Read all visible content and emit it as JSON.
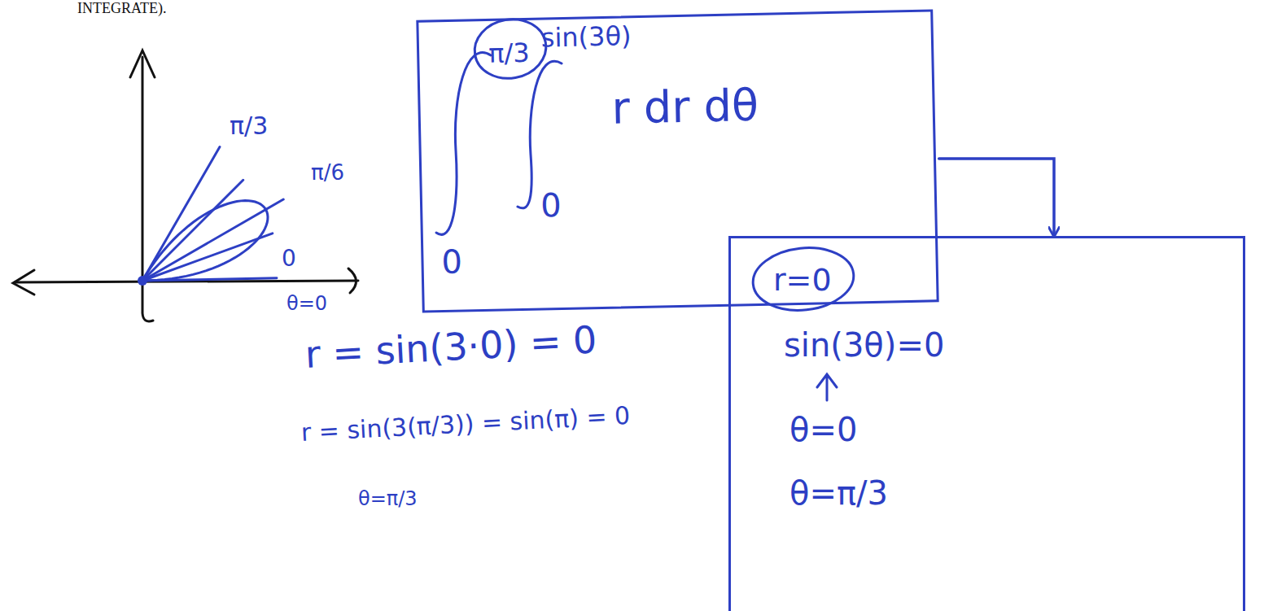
{
  "diagram": {
    "nodes": [
      {
        "text": [
          "π/3",
          "sin(3θ)",
          "r dr dθ",
          "0",
          "0"
        ]
      },
      {
        "text": [
          "r=0",
          "sin(3θ)=0",
          "θ=0",
          "θ=π/3"
        ]
      }
    ],
    "edges": [
      {
        "from": 0,
        "to": 1,
        "arrow": "to"
      }
    ],
    "labels": [
      "INTEGRATE).",
      "π/3",
      "π/6",
      "0",
      "θ=0",
      "r = sin(3·0) = 0",
      "r = sin(3(π/3)) = sin(π) = 0",
      "θ=π/3"
    ]
  }
}
